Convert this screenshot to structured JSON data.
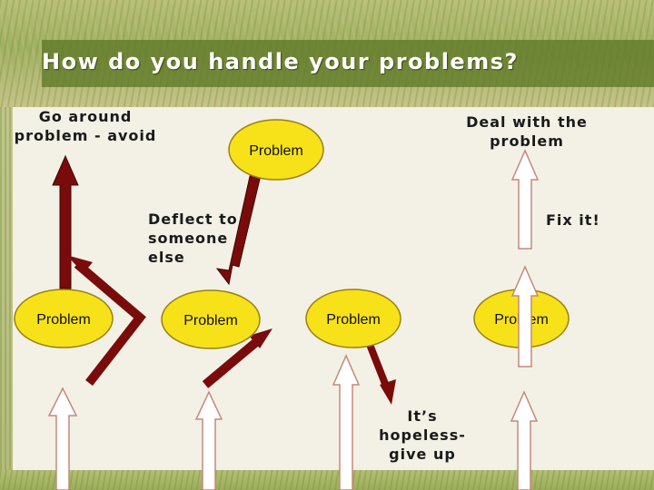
{
  "title": "How do you handle your problems?",
  "labels": {
    "go_around": [
      "Go around",
      "problem - avoid"
    ],
    "deal_with": [
      "Deal with the",
      "problem"
    ],
    "deflect": [
      "Deflect to",
      "someone",
      "else"
    ],
    "fix_it": "Fix it!",
    "give_up": [
      "It’s",
      "hopeless-",
      "give up"
    ]
  },
  "problem_label": "Problem",
  "colors": {
    "oval_fill": "#f7e21a",
    "oval_stroke": "#9a7f12",
    "dark_arrow": "#7a0b0b",
    "light_arrow_fill": "#ffffff",
    "light_arrow_stroke": "#c7877c",
    "title_band": "#5f7828"
  }
}
